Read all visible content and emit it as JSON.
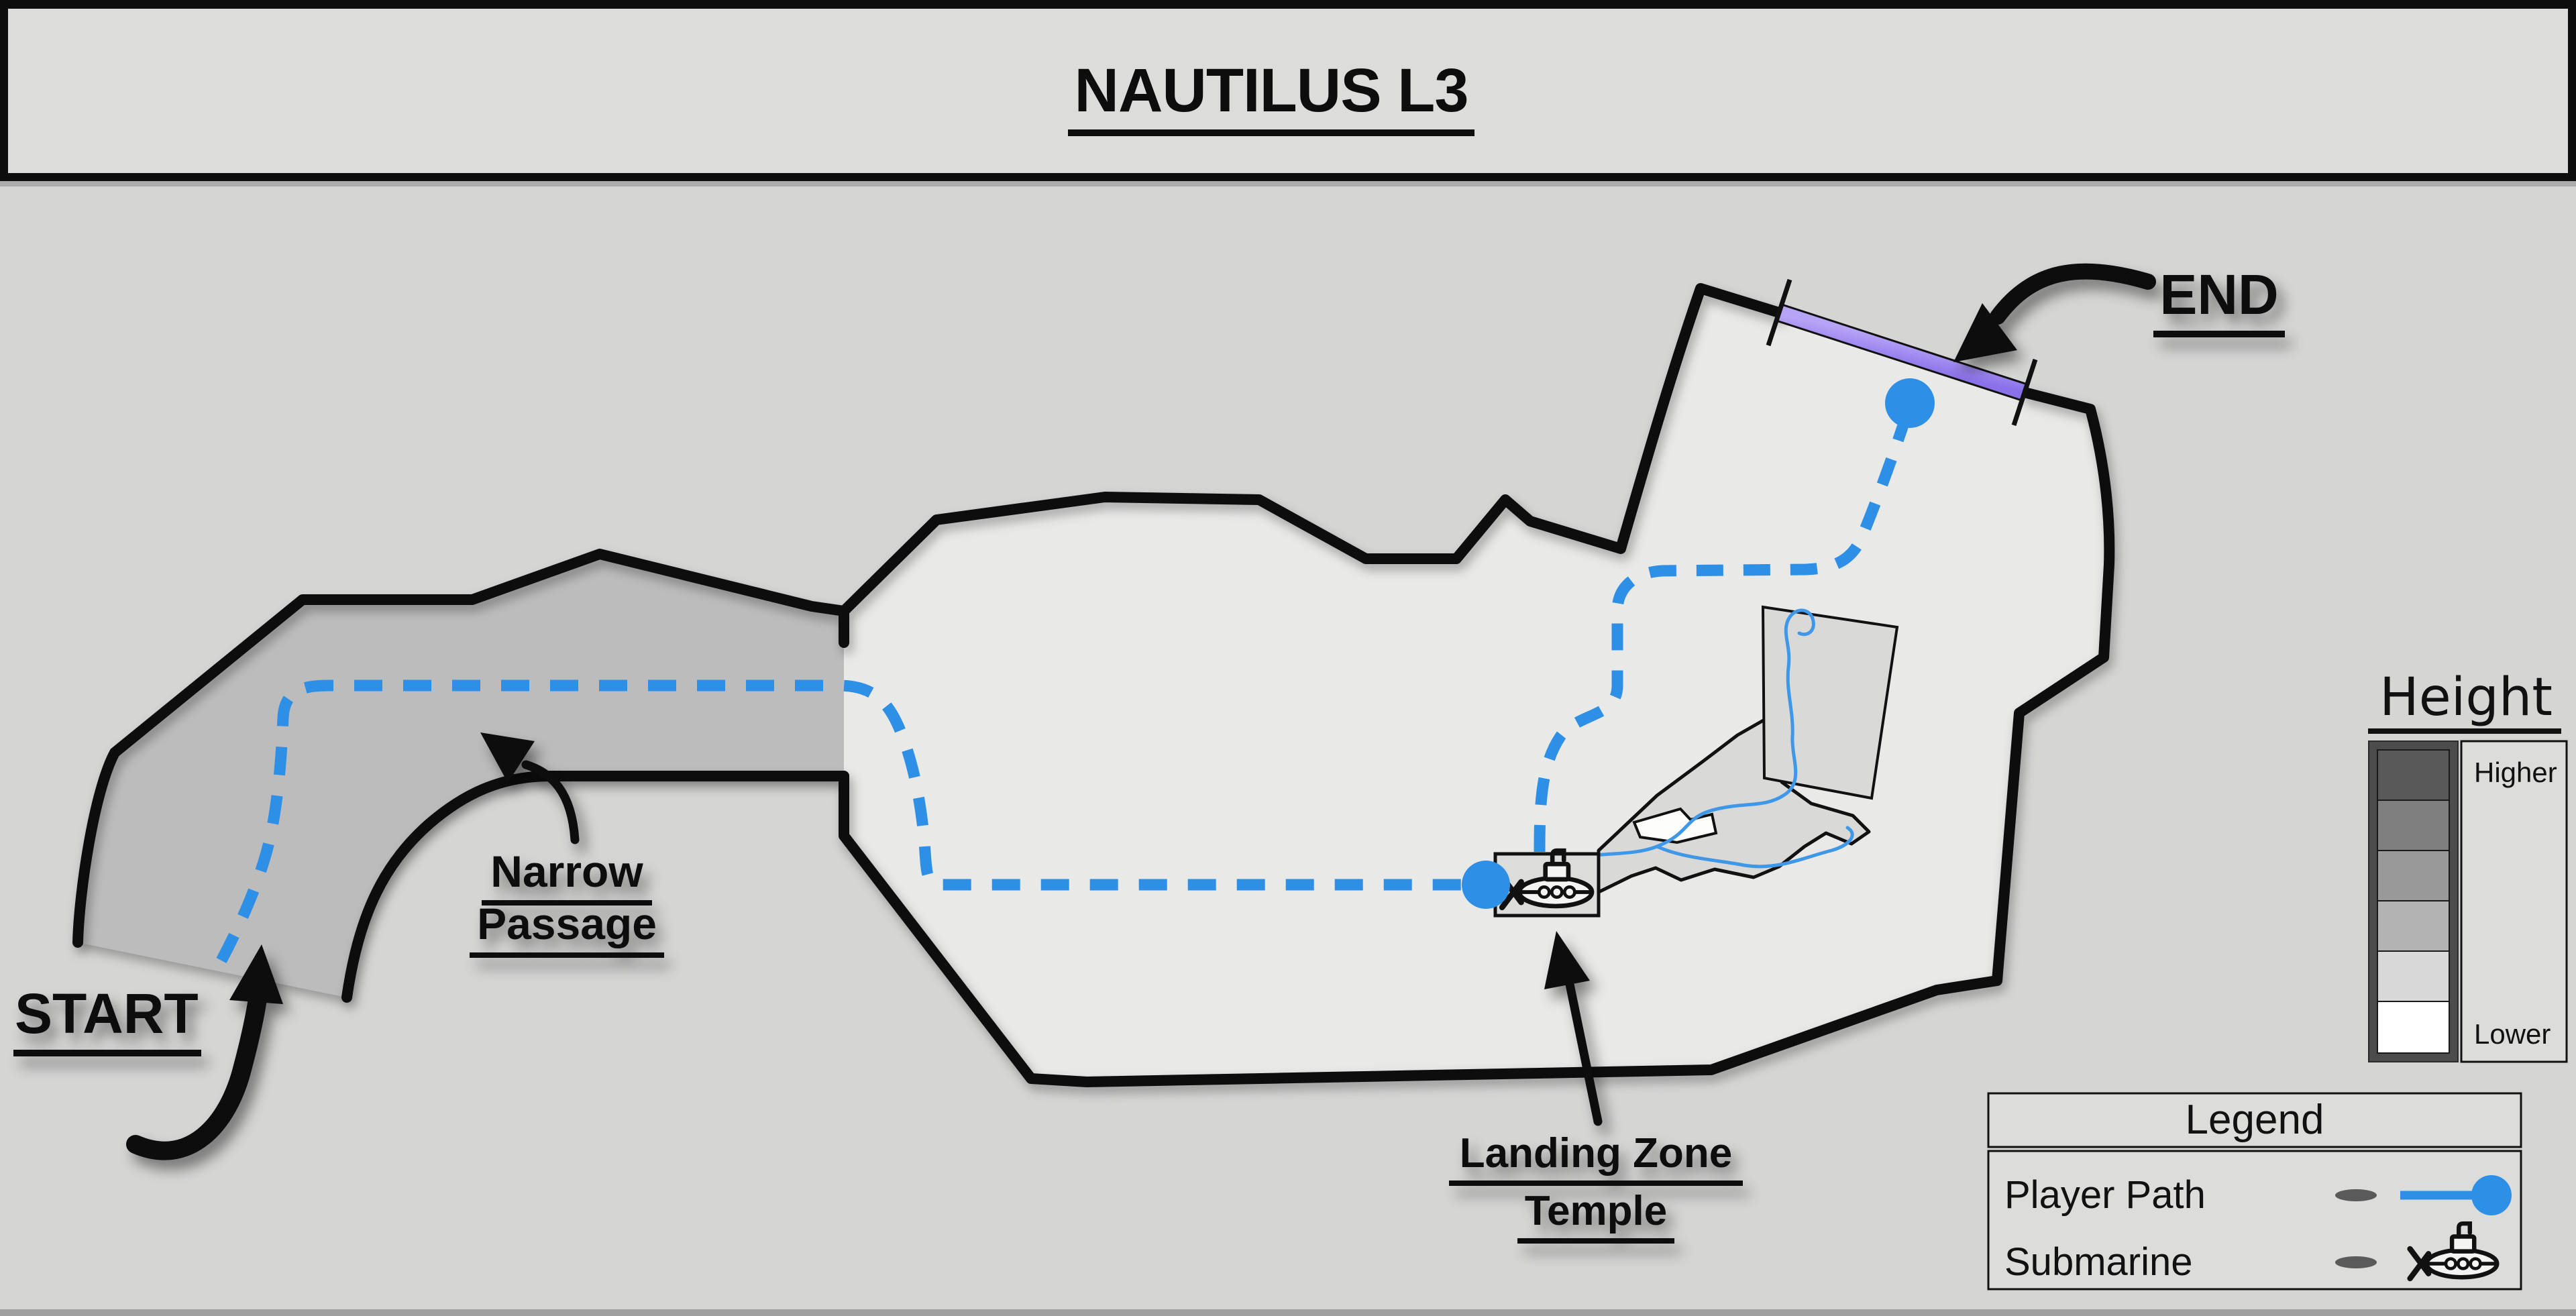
{
  "header": {
    "title": "NAUTILUS L3"
  },
  "map": {
    "annotations": {
      "start": {
        "label": "START"
      },
      "end": {
        "label": "END"
      },
      "narrow_passage": {
        "line1": "Narrow",
        "line2": "Passage"
      },
      "landing_zone": {
        "line1": "Landing Zone",
        "line2": "Temple"
      }
    },
    "colors": {
      "player_path": "#2e8fe7",
      "end_gate": "#9d87ef",
      "outline": "#0d0d0d",
      "higher_region": "#bcbcbc",
      "lower_region": "#e9e9e8",
      "temple": "#d9d9d8",
      "background": "#d5d5d4"
    }
  },
  "height_scale": {
    "title": "Height",
    "higher_label": "Higher",
    "lower_label": "Lower",
    "levels": [
      {
        "name": "level-6-highest",
        "color": "#595959"
      },
      {
        "name": "level-5",
        "color": "#7f7f7f"
      },
      {
        "name": "level-4",
        "color": "#999999"
      },
      {
        "name": "level-3",
        "color": "#b3b3b3"
      },
      {
        "name": "level-2",
        "color": "#d8d8d8"
      },
      {
        "name": "level-1-lowest",
        "color": "#ffffff"
      }
    ]
  },
  "legend": {
    "title": "Legend",
    "rows": [
      {
        "label": "Player Path",
        "icon": "player-path-symbol"
      },
      {
        "label": "Submarine",
        "icon": "submarine-icon"
      }
    ]
  }
}
